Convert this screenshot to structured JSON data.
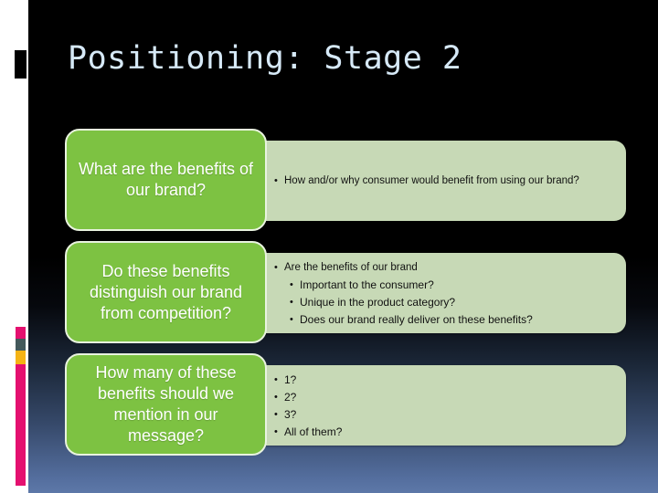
{
  "slide": {
    "title": "Positioning: Stage 2",
    "colors": {
      "accent_green": "#7DC242",
      "panel_green": "#C7D9B6",
      "title_blue": "#D6E9F7",
      "bar_pink": "#E4106F",
      "bar_slate": "#44595B",
      "bar_amber": "#F5B315",
      "bg_bottom_blue": "#5D78A8"
    },
    "rows": [
      {
        "label": "What are the benefits of our brand?",
        "bullets": [
          {
            "level": 1,
            "text": "How and/or why consumer would benefit from using our brand?"
          }
        ]
      },
      {
        "label": "Do these benefits distinguish our brand from competition?",
        "bullets": [
          {
            "level": 1,
            "text": "Are the benefits of our brand"
          },
          {
            "level": 2,
            "text": "Important to the consumer?"
          },
          {
            "level": 2,
            "text": "Unique in the product category?"
          },
          {
            "level": 2,
            "text": "Does our brand really deliver on these benefits?"
          }
        ]
      },
      {
        "label": "How many of these benefits should we mention in our message?",
        "bullets": [
          {
            "level": 1,
            "text": "1?"
          },
          {
            "level": 1,
            "text": "2?"
          },
          {
            "level": 1,
            "text": "3?"
          },
          {
            "level": 1,
            "text": "All of them?"
          }
        ]
      }
    ]
  }
}
